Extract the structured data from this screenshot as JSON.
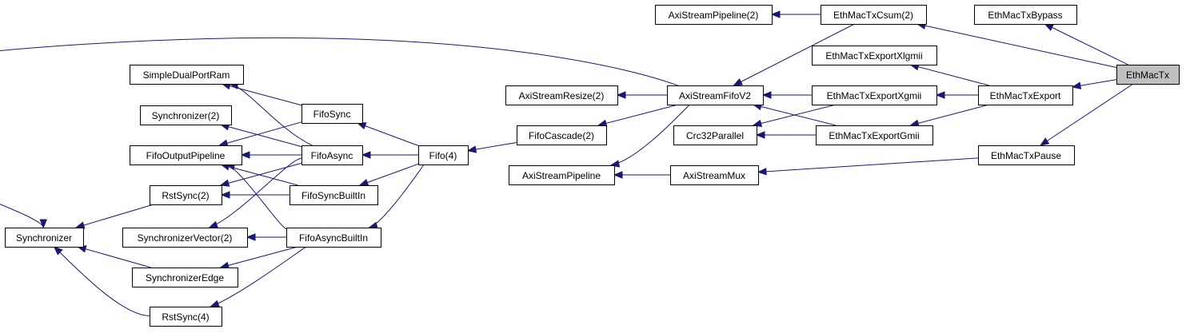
{
  "graph": {
    "colors": {
      "edge": "#191970",
      "node_border": "#000000",
      "node_fill": "#ffffff",
      "root_fill": "#bfbfbf"
    },
    "nodes": [
      {
        "id": "EthMacTx",
        "label": "EthMacTx",
        "root": true
      },
      {
        "id": "EthMacTxBypass",
        "label": "EthMacTxBypass"
      },
      {
        "id": "EthMacTxCsum2",
        "label": "EthMacTxCsum(2)"
      },
      {
        "id": "AxiStreamPipeline2",
        "label": "AxiStreamPipeline(2)"
      },
      {
        "id": "EthMacTxExportXlgmii",
        "label": "EthMacTxExportXlgmii"
      },
      {
        "id": "EthMacTxExport",
        "label": "EthMacTxExport"
      },
      {
        "id": "EthMacTxExportXgmii",
        "label": "EthMacTxExportXgmii"
      },
      {
        "id": "EthMacTxExportGmii",
        "label": "EthMacTxExportGmii"
      },
      {
        "id": "EthMacTxPause",
        "label": "EthMacTxPause"
      },
      {
        "id": "AxiStreamFifoV2",
        "label": "AxiStreamFifoV2"
      },
      {
        "id": "AxiStreamResize2",
        "label": "AxiStreamResize(2)"
      },
      {
        "id": "Crc32Parallel",
        "label": "Crc32Parallel"
      },
      {
        "id": "FifoCascade2",
        "label": "FifoCascade(2)"
      },
      {
        "id": "AxiStreamPipeline",
        "label": "AxiStreamPipeline"
      },
      {
        "id": "AxiStreamMux",
        "label": "AxiStreamMux"
      },
      {
        "id": "Fifo4",
        "label": "Fifo(4)"
      },
      {
        "id": "FifoSync",
        "label": "FifoSync"
      },
      {
        "id": "FifoAsync",
        "label": "FifoAsync"
      },
      {
        "id": "FifoSyncBuiltIn",
        "label": "FifoSyncBuiltIn"
      },
      {
        "id": "FifoAsyncBuiltIn",
        "label": "FifoAsyncBuiltIn"
      },
      {
        "id": "SimpleDualPortRam",
        "label": "SimpleDualPortRam"
      },
      {
        "id": "Synchronizer2",
        "label": "Synchronizer(2)"
      },
      {
        "id": "FifoOutputPipeline",
        "label": "FifoOutputPipeline"
      },
      {
        "id": "RstSync2",
        "label": "RstSync(2)"
      },
      {
        "id": "SynchronizerVector2",
        "label": "SynchronizerVector(2)"
      },
      {
        "id": "SynchronizerEdge",
        "label": "SynchronizerEdge"
      },
      {
        "id": "RstSync4",
        "label": "RstSync(4)"
      },
      {
        "id": "Synchronizer",
        "label": "Synchronizer"
      }
    ],
    "edges": [
      {
        "from": "EthMacTx",
        "to": "EthMacTxBypass"
      },
      {
        "from": "EthMacTx",
        "to": "EthMacTxCsum2"
      },
      {
        "from": "EthMacTx",
        "to": "EthMacTxExport"
      },
      {
        "from": "EthMacTx",
        "to": "EthMacTxPause"
      },
      {
        "from": "EthMacTxCsum2",
        "to": "AxiStreamPipeline2"
      },
      {
        "from": "EthMacTxCsum2",
        "to": "AxiStreamFifoV2"
      },
      {
        "from": "EthMacTxExport",
        "to": "EthMacTxExportXlgmii"
      },
      {
        "from": "EthMacTxExport",
        "to": "EthMacTxExportXgmii"
      },
      {
        "from": "EthMacTxExport",
        "to": "EthMacTxExportGmii"
      },
      {
        "from": "EthMacTxExportXgmii",
        "to": "AxiStreamFifoV2"
      },
      {
        "from": "EthMacTxExportXgmii",
        "to": "Crc32Parallel"
      },
      {
        "from": "EthMacTxExportGmii",
        "to": "AxiStreamFifoV2"
      },
      {
        "from": "EthMacTxExportGmii",
        "to": "Crc32Parallel"
      },
      {
        "from": "EthMacTxPause",
        "to": "AxiStreamMux"
      },
      {
        "from": "AxiStreamMux",
        "to": "AxiStreamPipeline"
      },
      {
        "from": "AxiStreamFifoV2",
        "to": "AxiStreamResize2"
      },
      {
        "from": "AxiStreamFifoV2",
        "to": "FifoCascade2"
      },
      {
        "from": "AxiStreamFifoV2",
        "to": "AxiStreamPipeline"
      },
      {
        "from": "AxiStreamFifoV2",
        "to": "Synchronizer"
      },
      {
        "from": "FifoCascade2",
        "to": "Fifo4"
      },
      {
        "from": "Fifo4",
        "to": "FifoSync"
      },
      {
        "from": "Fifo4",
        "to": "FifoAsync"
      },
      {
        "from": "Fifo4",
        "to": "FifoSyncBuiltIn"
      },
      {
        "from": "Fifo4",
        "to": "FifoAsyncBuiltIn"
      },
      {
        "from": "FifoSync",
        "to": "SimpleDualPortRam"
      },
      {
        "from": "FifoSync",
        "to": "FifoOutputPipeline"
      },
      {
        "from": "FifoAsync",
        "to": "SimpleDualPortRam"
      },
      {
        "from": "FifoAsync",
        "to": "Synchronizer2"
      },
      {
        "from": "FifoAsync",
        "to": "FifoOutputPipeline"
      },
      {
        "from": "FifoAsync",
        "to": "RstSync2"
      },
      {
        "from": "FifoAsync",
        "to": "SynchronizerVector2"
      },
      {
        "from": "FifoSyncBuiltIn",
        "to": "FifoOutputPipeline"
      },
      {
        "from": "FifoSyncBuiltIn",
        "to": "RstSync2"
      },
      {
        "from": "FifoAsyncBuiltIn",
        "to": "FifoOutputPipeline"
      },
      {
        "from": "FifoAsyncBuiltIn",
        "to": "SynchronizerVector2"
      },
      {
        "from": "FifoAsyncBuiltIn",
        "to": "SynchronizerEdge"
      },
      {
        "from": "FifoAsyncBuiltIn",
        "to": "RstSync4"
      },
      {
        "from": "RstSync2",
        "to": "Synchronizer"
      },
      {
        "from": "SynchronizerEdge",
        "to": "Synchronizer"
      },
      {
        "from": "RstSync4",
        "to": "Synchronizer"
      }
    ]
  }
}
